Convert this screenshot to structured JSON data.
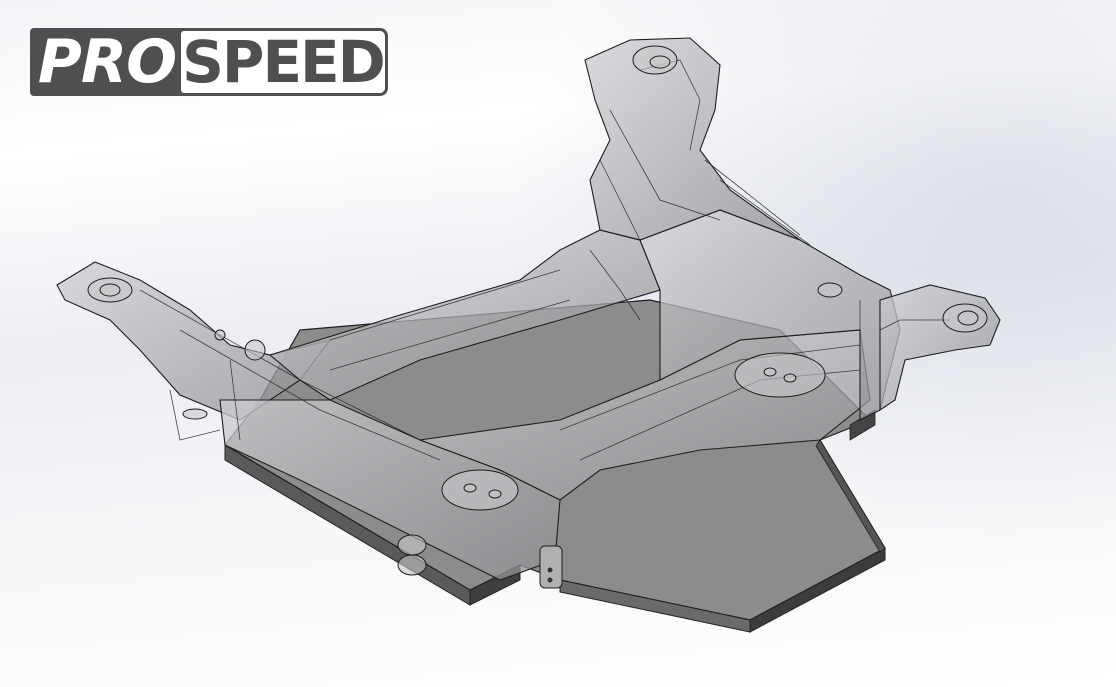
{
  "logo": {
    "part1": "PRO",
    "part2": "SPEED",
    "colors": {
      "dark": "#4f4f51",
      "light": "#ffffff"
    }
  },
  "scene": {
    "subject": "subframe-with-skid-plate-cad-render",
    "render_style": "transparent-wireframe-overlay",
    "colors": {
      "background_light": "#ffffff",
      "background_shade": "#dde0e8",
      "plate_top": "#8a8a8a",
      "plate_side": "#4a4a4a",
      "frame_fill": "#b8b8bc",
      "edge_line": "#1e1e1e"
    }
  }
}
